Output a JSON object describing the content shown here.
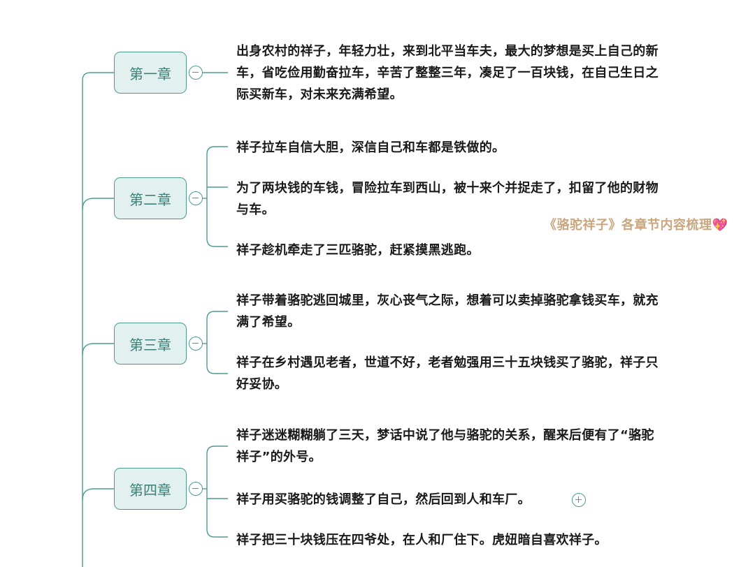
{
  "mindmap": {
    "chapters": [
      {
        "label": "第一章",
        "topics": [
          "出身农村的祥子，年轻力壮，来到北平当车夫，最大的梦想是买上自己的新车，省吃俭用勤奋拉车，辛苦了整整三年，凑足了一百块钱，在自己生日之际买新车，对未来充满希望。"
        ]
      },
      {
        "label": "第二章",
        "topics": [
          "祥子拉车自信大胆，深信自己和车都是铁做的。",
          "为了两块钱的车钱，冒险拉车到西山，被十来个并捉走了，扣留了他的财物与车。",
          "祥子趁机牵走了三匹骆驼，赶紧摸黑逃跑。"
        ]
      },
      {
        "label": "第三章",
        "topics": [
          "祥子带着骆驼逃回城里，灰心丧气之际，想着可以卖掉骆驼拿钱买车，就充满了希望。",
          "祥子在乡村遇见老者，世道不好，老者勉强用三十五块钱买了骆驼，祥子只好妥协。"
        ]
      },
      {
        "label": "第四章",
        "topics": [
          "祥子迷迷糊糊躺了三天，梦话中说了他与骆驼的关系，醒来后便有了“骆驼祥子”的外号。",
          "祥子用买骆驼的钱调整了自己，然后回到人和车厂。",
          "祥子把三十块钱压在四爷处，在人和厂住下。虎妞暗自喜欢祥子。"
        ]
      }
    ]
  },
  "watermark": "《骆驼祥子》各章节内容梳理💖",
  "colors": {
    "accent": "#4e9a91",
    "node_fill": "#e2f1ef",
    "watermark": "#c9a67f"
  }
}
